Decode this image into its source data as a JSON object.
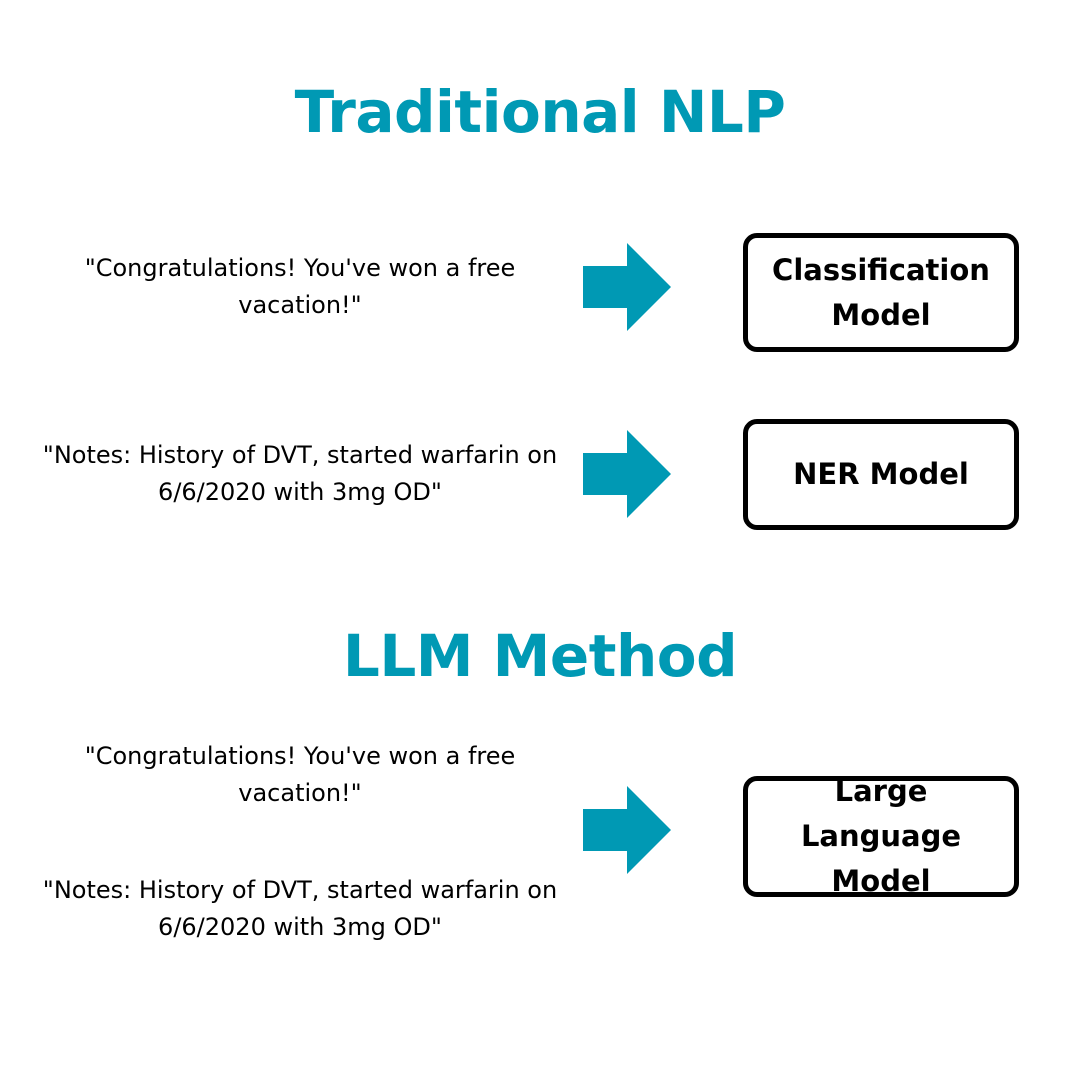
{
  "colors": {
    "accent": "#0099B4",
    "text": "#000000",
    "background": "#FFFFFF"
  },
  "traditional": {
    "title": "Traditional NLP",
    "rows": [
      {
        "input": "\"Congratulations! You've won a free vacation!\"",
        "model": "Classification Model"
      },
      {
        "input": "\"Notes: History of DVT, started warfarin on 6/6/2020 with 3mg OD\"",
        "model": "NER Model"
      }
    ]
  },
  "llm": {
    "title": "LLM Method",
    "inputs": [
      "\"Congratulations! You've won a free vacation!\"",
      "\"Notes: History of DVT, started warfarin on 6/6/2020 with 3mg OD\""
    ],
    "model": "Large Language Model"
  }
}
